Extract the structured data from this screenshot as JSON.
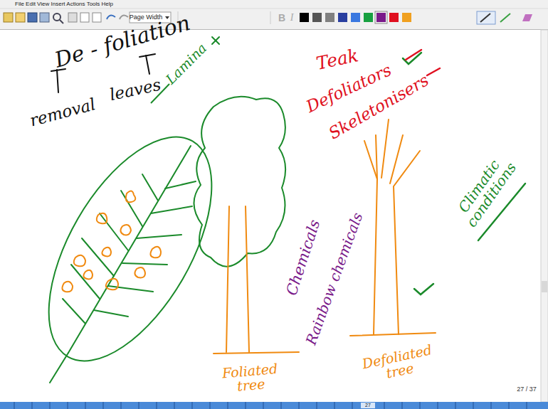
{
  "diagram": {
    "labels": [
      "File Edit View Insert Actions Tools Help",
      "Page Width",
      "B",
      "I",
      "De - foliation",
      "removal",
      "leaves",
      "Lamina",
      "Teak",
      "Defoliators",
      "Skeletonisers",
      "Chemicals",
      "Rainbow chemicals",
      "Climatic conditions",
      "Foliated tree",
      "Defoliated tree",
      "27 / 37",
      "27"
    ]
  }
}
